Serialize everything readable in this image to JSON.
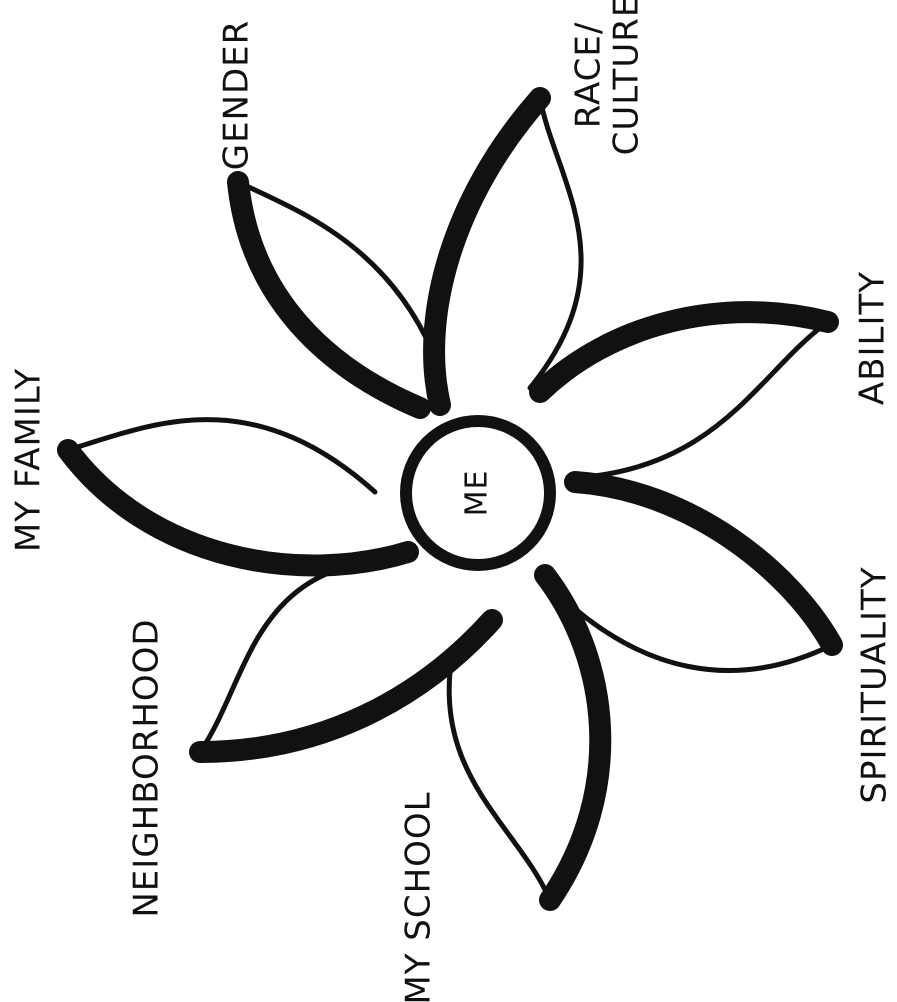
{
  "diagram": {
    "center_label": "ME",
    "petals": [
      {
        "label": "GENDER"
      },
      {
        "label": "RACE/",
        "label_line2": "CULTURE"
      },
      {
        "label": "ABILITY"
      },
      {
        "label": "SPIRITUALITY"
      },
      {
        "label": "MY SCHOOL"
      },
      {
        "label": "NEIGHBORHOOD"
      },
      {
        "label": "MY FAMILY"
      }
    ],
    "colors": {
      "ink": "#111111",
      "paper": "#ffffff"
    }
  }
}
